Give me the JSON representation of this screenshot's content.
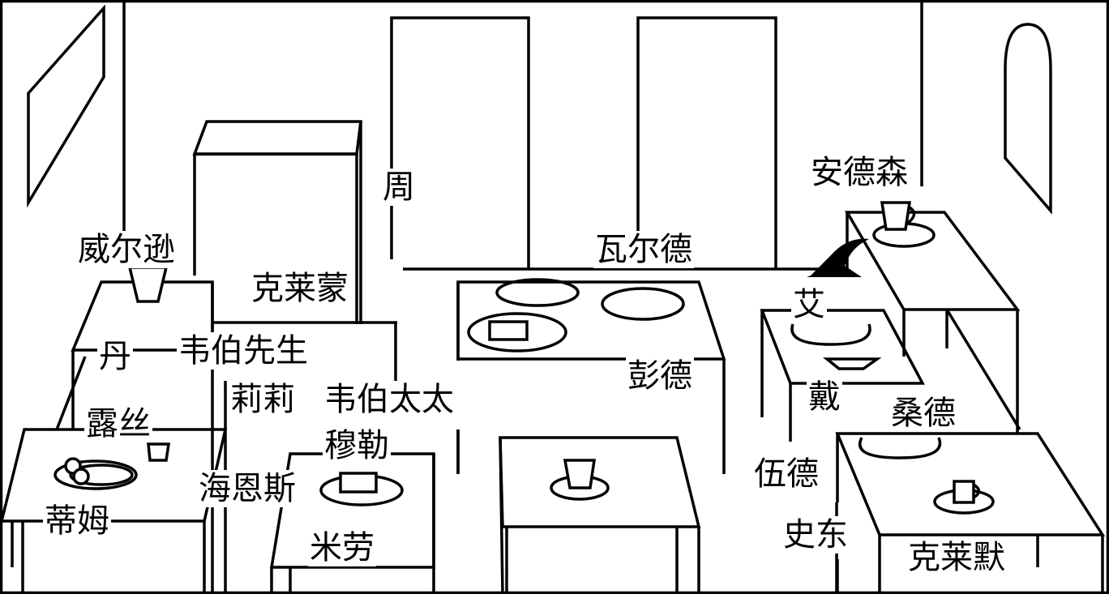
{
  "scene": {
    "title": "restaurant seating chart",
    "background_color": "#ffffff",
    "line_color": "#000000"
  },
  "labels": {
    "zhou": "周",
    "andesen": "安德森",
    "weierxun": "威尔逊",
    "waerde": "瓦尔德",
    "kelaimeng": "克莱蒙",
    "ai": "艾",
    "dan": "丹",
    "weibo_xiansheng": "韦伯先生",
    "pengde": "彭德",
    "lili": "莉莉",
    "weibo_taitai": "韦伯太太",
    "dai": "戴",
    "lusi": "露丝",
    "sangde": "桑德",
    "mule": "穆勒",
    "wude": "伍德",
    "haiensi": "海恩斯",
    "dimu": "蒂姆",
    "shidong": "史东",
    "milao": "米劳",
    "kelaimo": "克莱默"
  }
}
